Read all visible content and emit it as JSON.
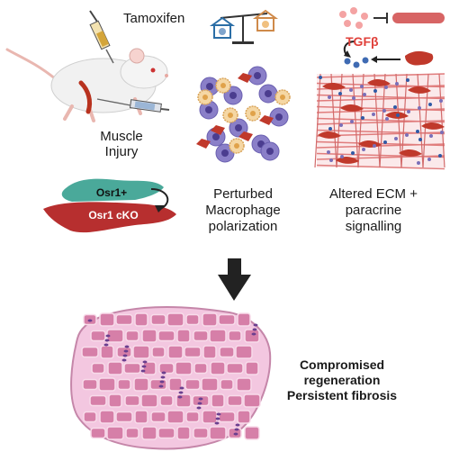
{
  "panel_top_left": {
    "drug_label": "Tamoxifen",
    "injury_label_line1": "Muscle",
    "injury_label_line2": "Injury"
  },
  "cell_labels": {
    "top": "Osr1+",
    "bottom": "Osr1 cKO"
  },
  "panel_top_middle": {
    "line1": "Perturbed",
    "line2": "Macrophage",
    "line3": "polarization"
  },
  "panel_top_right": {
    "signal_label": "TGFβ",
    "line1": "Altered ECM +",
    "line2": "paracrine",
    "line3": "signalling"
  },
  "outcome": {
    "line1": "Compromised",
    "line2": "regeneration",
    "line3": "Persistent fibrosis"
  },
  "colors": {
    "fibroblast_red": "#c0392b",
    "cell_teal": "#4aa99a",
    "macrophage_purple": "#8a7fc8",
    "muscle_pink": "#d67fa8",
    "tgf_red": "#e0403a",
    "arrow_black": "#222222"
  }
}
